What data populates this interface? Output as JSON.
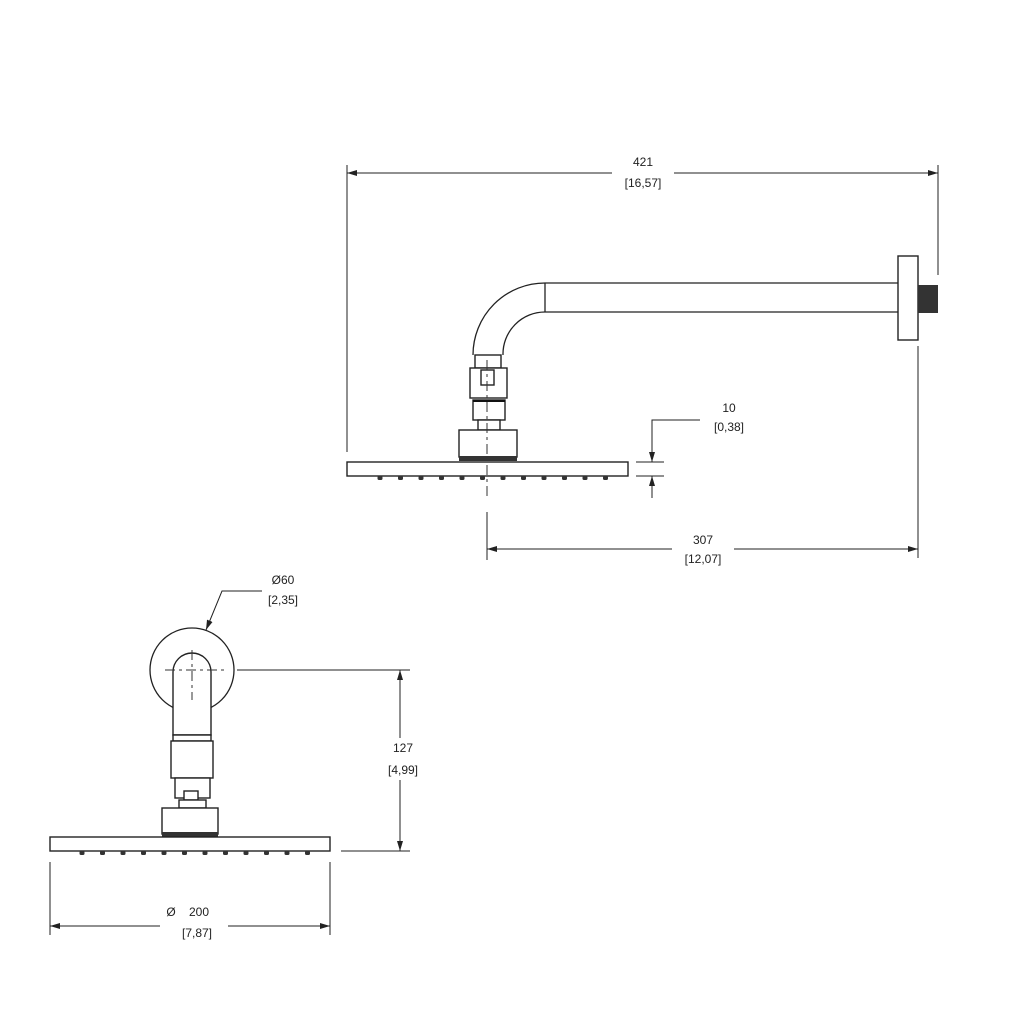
{
  "side_view": {
    "overall_length": {
      "mm": "421",
      "in": "[16,57]"
    },
    "projection": {
      "mm": "307",
      "in": "[12,07]"
    },
    "head_thickness": {
      "mm": "10",
      "in": "[0,38]"
    }
  },
  "front_view": {
    "rosette_diameter": {
      "mm": "Ø60",
      "in": "[2,35]"
    },
    "drop_height": {
      "mm": "127",
      "in": "[4,99]"
    },
    "head_diameter": {
      "symbol": "Ø",
      "mm": "200",
      "in": "[7,87]"
    }
  },
  "colors": {
    "line": "#222222",
    "background": "#ffffff"
  }
}
